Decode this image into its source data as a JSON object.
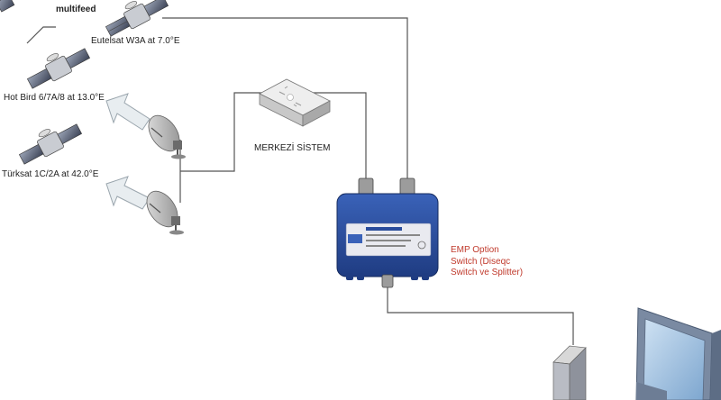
{
  "labels": {
    "multifeed": "multifeed",
    "eutelsat": "Eutelsat W3A at 7.0°E",
    "hotbird": "Hot Bird 6/7A/8 at 13.0°E",
    "turksat": "Türksat 1C/2A at 42.0°E",
    "merkezi": "MERKEZİ SİSTEM"
  },
  "switch_label": {
    "line1": "EMP Option",
    "line2": "Switch (Diseqc",
    "line3": "Switch ve Splitter)"
  },
  "colors": {
    "switch_body": "#2a4d9c",
    "annotation": "#c0392b",
    "line": "#555555",
    "arrow": "#e6ecef"
  }
}
